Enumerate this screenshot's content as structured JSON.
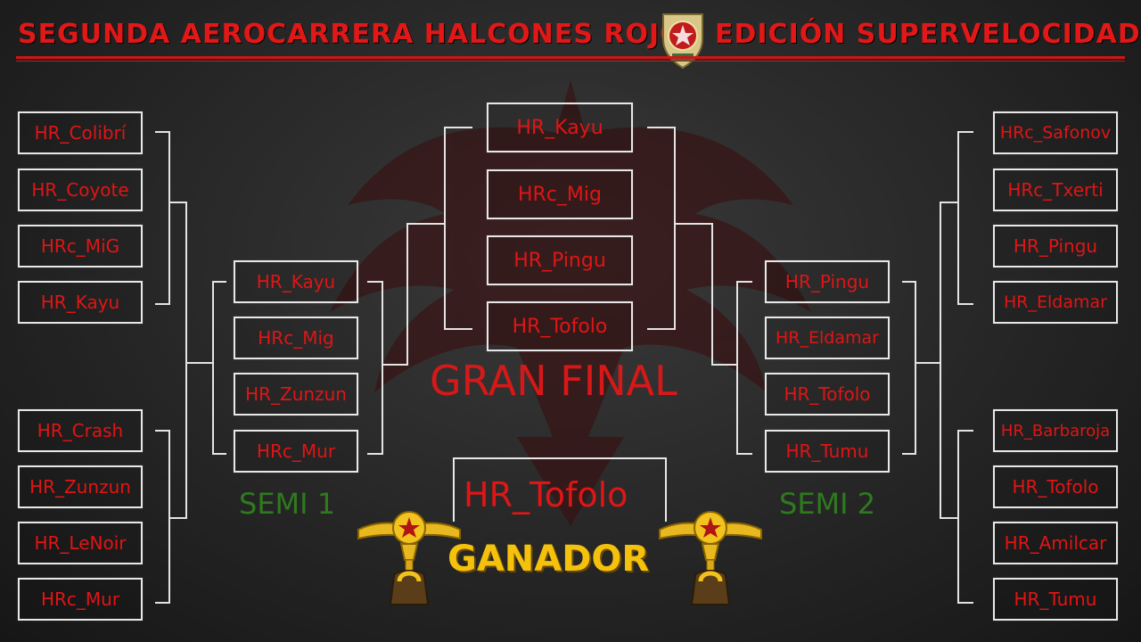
{
  "title_left": "SEGUNDA AEROCARRERA HALCONES ROJOS",
  "title_right": "EDICIÓN SUPERVELOCIDAD",
  "left_round1": [
    "HR_Colibrí",
    "HR_Coyote",
    "HRc_MiG",
    "HR_Kayu",
    "HR_Crash",
    "HR_Zunzun",
    "HR_LeNoir",
    "HRc_Mur"
  ],
  "right_round1": [
    "HRc_Safonov",
    "HRc_Txerti",
    "HR_Pingu",
    "HR_Eldamar",
    "HR_Barbaroja",
    "HR_Tofolo",
    "HR_Amilcar",
    "HR_Tumu"
  ],
  "semi1": [
    "HR_Kayu",
    "HRc_Mig",
    "HR_Zunzun",
    "HRc_Mur"
  ],
  "semi2": [
    "HR_Pingu",
    "HR_Eldamar",
    "HR_Tofolo",
    "HR_Tumu"
  ],
  "final": [
    "HR_Kayu",
    "HRc_Mig",
    "HR_Pingu",
    "HR_Tofolo"
  ],
  "semi1_label": "SEMI 1",
  "semi2_label": "SEMI 2",
  "gran_final_label": "GRAN FINAL",
  "winner": "HR_Tofolo",
  "ganador_label": "GANADOR",
  "icons": [
    "emblem-icon",
    "trophy-icon"
  ],
  "colors": {
    "accent": "#e01818",
    "semi": "#2e7a1e",
    "ganador": "#f4c20d"
  }
}
